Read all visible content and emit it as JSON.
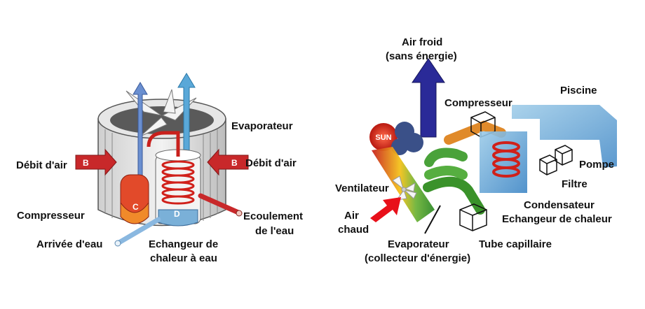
{
  "left_diagram": {
    "evaporateur": "Evaporateur",
    "debit_air_left": "Débit d'air",
    "debit_air_right": "Débit d'air",
    "compresseur": "Compresseur",
    "arrivee_eau": "Arrivée d'eau",
    "ecoulement_line1": "Ecoulement",
    "ecoulement_line2": "de l'eau",
    "echangeur_line1": "Echangeur de",
    "echangeur_line2": "chaleur à eau",
    "marker_b": "B",
    "marker_c": "C",
    "marker_d": "D"
  },
  "right_diagram": {
    "air_froid_line1": "Air froid",
    "air_froid_line2": "(sans énergie)",
    "compresseur": "Compresseur",
    "piscine": "Piscine",
    "sun": "SUN",
    "ventilateur": "Ventilateur",
    "pompe": "Pompe",
    "filtre": "Filtre",
    "air_chaud_line1": "Air",
    "air_chaud_line2": "chaud",
    "condensateur_line1": "Condensateur",
    "condensateur_line2": "Echangeur de chaleur",
    "evaporateur_line1": "Evaporateur",
    "evaporateur_line2": "(collecteur d'énergie)",
    "tube_capillaire": "Tube capillaire"
  },
  "colors": {
    "hot": "#d0302a",
    "cold_arrow": "#3333a0",
    "pipe_green": "#3a9a2a",
    "pool_blue": "#5fa8d8",
    "outflow_blue": "#7ab0d8"
  }
}
